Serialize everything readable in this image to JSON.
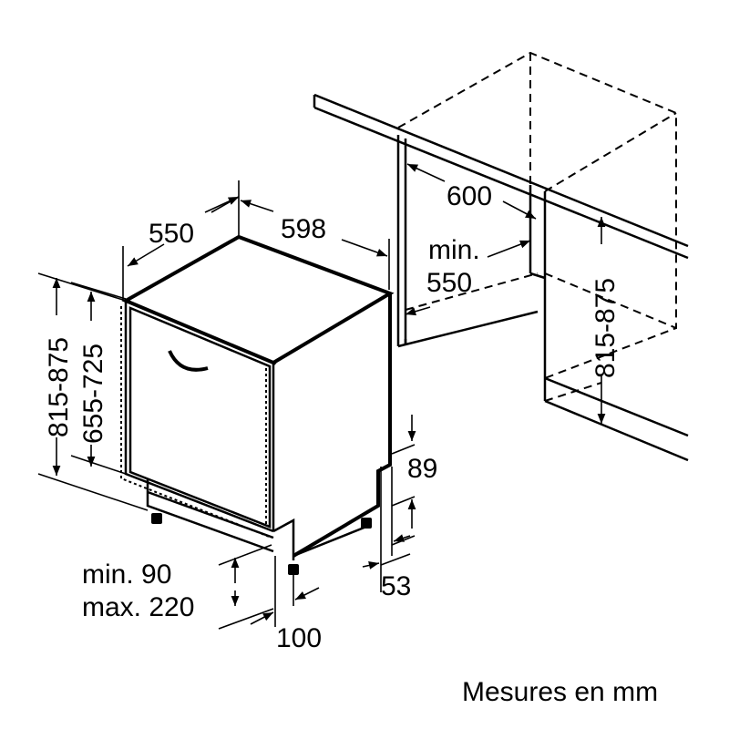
{
  "labels": {
    "depth": "550",
    "width": "598",
    "niche_width": "600",
    "niche_min_depth_line1": "min.",
    "niche_min_depth_line2": "550",
    "niche_height": "815-875",
    "height_left": "815-875",
    "door_height": "655-725",
    "kick_89": "89",
    "kick_53": "53",
    "plinth_line1": "min. 90",
    "plinth_line2": "max. 220",
    "depth_100": "100",
    "units": "Mesures en mm"
  }
}
